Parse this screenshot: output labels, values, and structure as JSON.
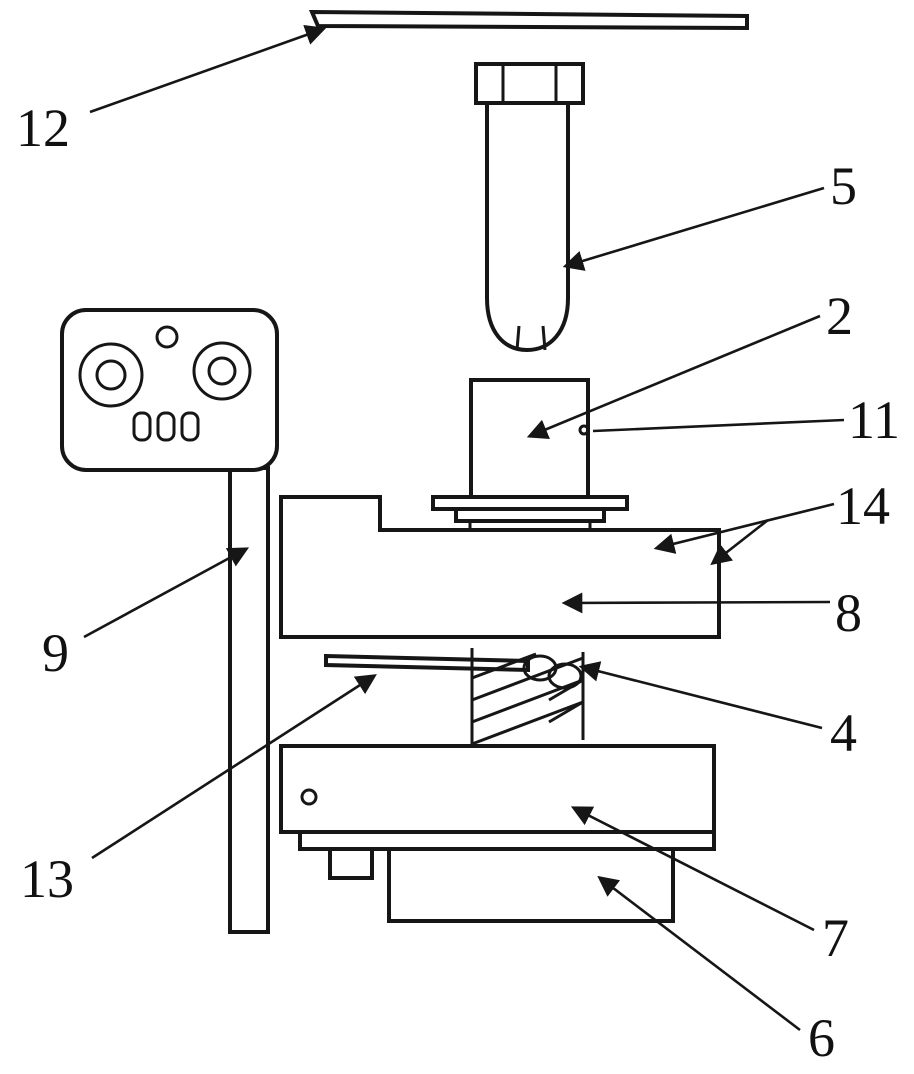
{
  "figure": {
    "kind": "mechanical-assembly-line-drawing",
    "background_color": "#ffffff",
    "line_color": "#161616"
  },
  "labels": [
    {
      "ref": "12",
      "text": "12"
    },
    {
      "ref": "5",
      "text": "5"
    },
    {
      "ref": "2",
      "text": "2"
    },
    {
      "ref": "11",
      "text": "11"
    },
    {
      "ref": "14",
      "text": "14"
    },
    {
      "ref": "8",
      "text": "8"
    },
    {
      "ref": "9",
      "text": "9"
    },
    {
      "ref": "4",
      "text": "4"
    },
    {
      "ref": "13",
      "text": "13"
    },
    {
      "ref": "7",
      "text": "7"
    },
    {
      "ref": "6",
      "text": "6"
    }
  ]
}
